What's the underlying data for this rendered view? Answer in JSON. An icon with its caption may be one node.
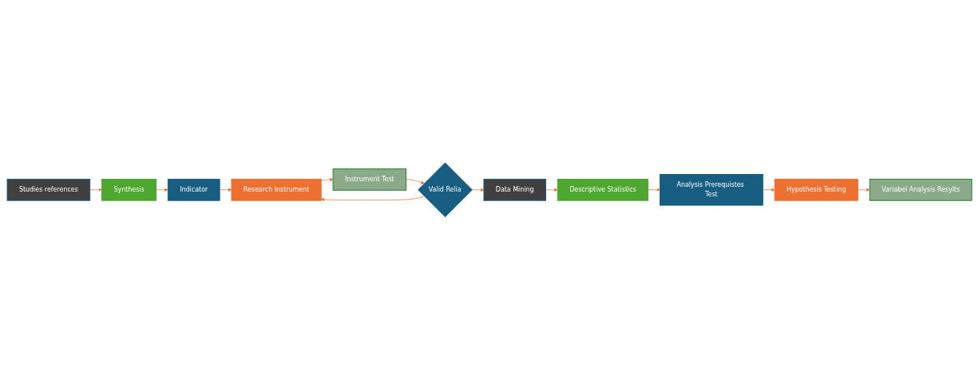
{
  "diagram": {
    "nodes": [
      {
        "text": [
          "Studies references"
        ]
      },
      {
        "text": [
          "Synthesis"
        ]
      },
      {
        "text": [
          "Indicator"
        ]
      },
      {
        "text": [
          "Research Instrument"
        ]
      },
      {
        "text": [
          "Instrument Test"
        ]
      },
      {
        "text": [
          "Valid Relia"
        ]
      },
      {
        "text": [
          "Data Mining"
        ]
      },
      {
        "text": [
          "Descriptive Statistics"
        ]
      },
      {
        "text": [
          "Analysis Prerequistes Test"
        ]
      },
      {
        "text": [
          "Hypothesis Testing"
        ]
      },
      {
        "text": [
          "Variabel Analysis Resylts"
        ]
      }
    ],
    "edges": [
      {
        "from": 0,
        "to": 1,
        "arrow": "to"
      },
      {
        "from": 1,
        "to": 2,
        "arrow": "to"
      },
      {
        "from": 2,
        "to": 3,
        "arrow": "to"
      },
      {
        "from": 3,
        "to": 4,
        "arrow": "to"
      },
      {
        "from": 4,
        "to": 5,
        "arrow": "to"
      },
      {
        "from": 5,
        "to": 3,
        "arrow": "to"
      },
      {
        "from": 5,
        "to": 6,
        "arrow": "to"
      },
      {
        "from": 6,
        "to": 7,
        "arrow": "to"
      },
      {
        "from": 7,
        "to": 8,
        "arrow": "to"
      },
      {
        "from": 8,
        "to": 9,
        "arrow": "to"
      },
      {
        "from": 9,
        "to": 10,
        "arrow": "to"
      }
    ]
  }
}
